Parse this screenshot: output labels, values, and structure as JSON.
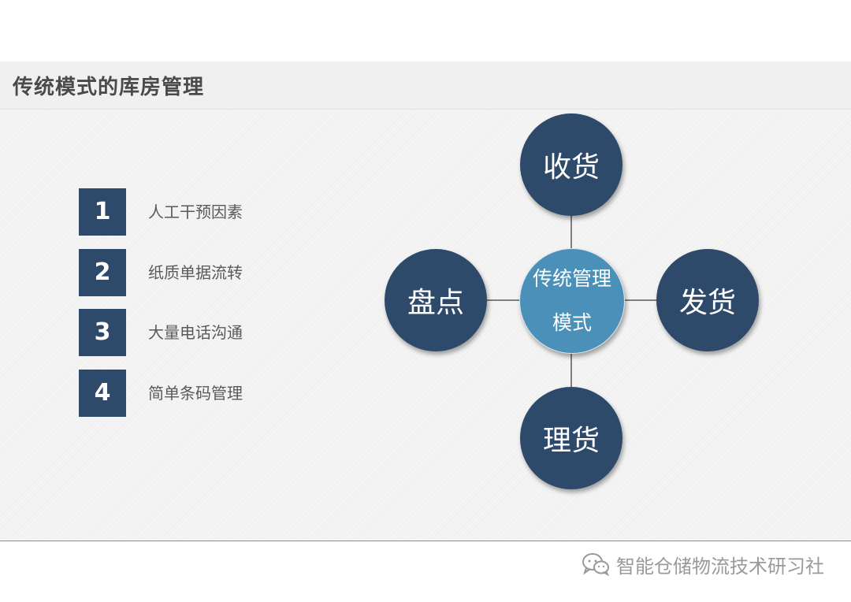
{
  "slide": {
    "title": "传统模式的库房管理"
  },
  "items": [
    {
      "number": "1",
      "text": "人工干预因素"
    },
    {
      "number": "2",
      "text": "纸质单据流转"
    },
    {
      "number": "3",
      "text": "大量电话沟通"
    },
    {
      "number": "4",
      "text": "简单条码管理"
    }
  ],
  "diagram": {
    "center": "传统管理模式",
    "top": "收货",
    "right": "发货",
    "bottom": "理货",
    "left": "盘点"
  },
  "footer": {
    "icon": "wechat-icon",
    "text": "智能仓储物流技术研习社"
  },
  "colors": {
    "dark_navy": "#2e4a6b",
    "center_blue": "#4a90b9",
    "title_gray": "#4a4a4a",
    "text_gray": "#595959",
    "footer_gray": "#9a9a9a"
  }
}
